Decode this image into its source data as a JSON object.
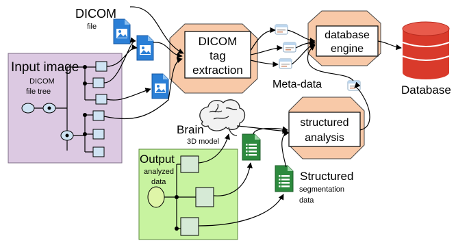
{
  "dicom_label": "DICOM",
  "dicom_sub": "file",
  "input_title": "Input image",
  "input_sub1": "DICOM",
  "input_sub2": "file tree",
  "tag_l1": "DICOM",
  "tag_l2": "tag",
  "tag_l3": "extraction",
  "db_engine_l1": "database",
  "db_engine_l2": "engine",
  "database_label": "Database",
  "metadata_label": "Meta-data",
  "brain_label": "Brain",
  "brain_sub": "3D model",
  "analysis_l1": "structured",
  "analysis_l2": "analysis",
  "output_title": "Output",
  "output_sub1": "analyzed",
  "output_sub2": "data",
  "structured_label": "Structured",
  "structured_sub1": "segmentation",
  "structured_sub2": "data",
  "colors": {
    "input_panel": "#dcc9e2",
    "output_panel": "#c8f3a0",
    "hex_fill": "#f8c9a8",
    "database": "#d93a2b",
    "file_icon": "#2b7fd6",
    "sheet_icon": "#2d8a3e",
    "node_fill": "#cfe3f3"
  }
}
